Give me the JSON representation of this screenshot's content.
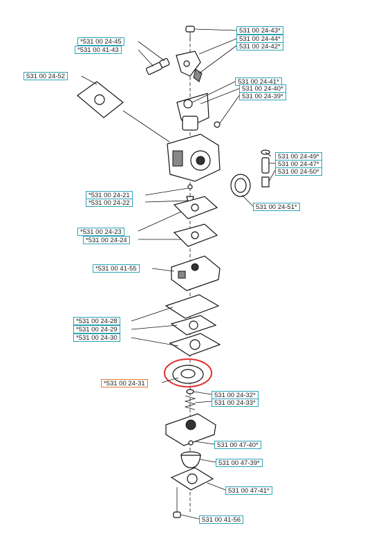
{
  "labels": {
    "p1": "531 00 24-43*",
    "p2": "531 00 24-44*",
    "p3": "531 00 24-42*",
    "p4": "*531 00 24-45",
    "p5": "*531 00 41-43",
    "p6": "531 00 24-52",
    "p7": "531 00 24-41*",
    "p8": "531 00 24-40*",
    "p9": "531 00 24-39*",
    "p10": "531 00 24-49*",
    "p11": "531 00 24-47*",
    "p12": "531 00 24-50*",
    "p13": "*531 00 24-21",
    "p14": "*531 00 24-22",
    "p15": "531 00 24-51*",
    "p16": "*531 00 24-23",
    "p17": "*531 00 24-24",
    "p18": "*531 00 41-55",
    "p19": "*531 00 24-28",
    "p20": "*531 00 24-29",
    "p21": "*531 00 24-30",
    "p22": "*531 00 24-31",
    "p23": "531 00 24-32*",
    "p24": "531 00 24-33*",
    "p25": "531 00 47-40*",
    "p26": "531 00 47-39*",
    "p27": "531 00 47-41*",
    "p28": "531 00 41-56"
  },
  "highlight": {
    "color": "#e0302a",
    "label_color": "#e8762d",
    "target": "p22"
  },
  "label_border_color": "#2aa3b8"
}
